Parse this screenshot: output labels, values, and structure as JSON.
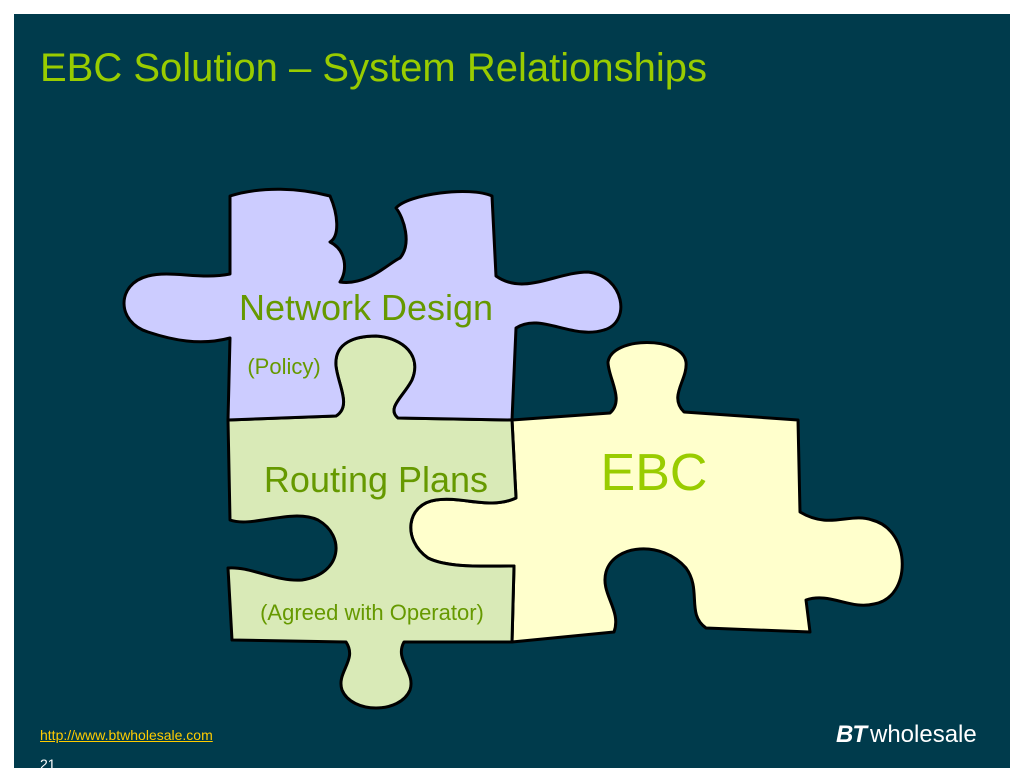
{
  "slide": {
    "title": "EBC Solution – System Relationships"
  },
  "diagram": {
    "pieces": [
      {
        "label": "Network Design",
        "sublabel": "(Policy)",
        "fill": "#ccccff"
      },
      {
        "label": "Routing Plans",
        "sublabel": "(Agreed with Operator)",
        "fill": "#d9eab7"
      },
      {
        "label": "EBC",
        "fill": "#ffffcc"
      }
    ],
    "label_color": "#669900",
    "ebc_label_color": "#99cc00",
    "outline_color": "#000000"
  },
  "footer": {
    "url": "http://www.btwholesale.com",
    "page_number": "21"
  },
  "brand": {
    "bt": "BT",
    "word": "wholesale"
  },
  "colors": {
    "background": "#003b4c",
    "title": "#99cc00",
    "link": "#ffcc00"
  }
}
